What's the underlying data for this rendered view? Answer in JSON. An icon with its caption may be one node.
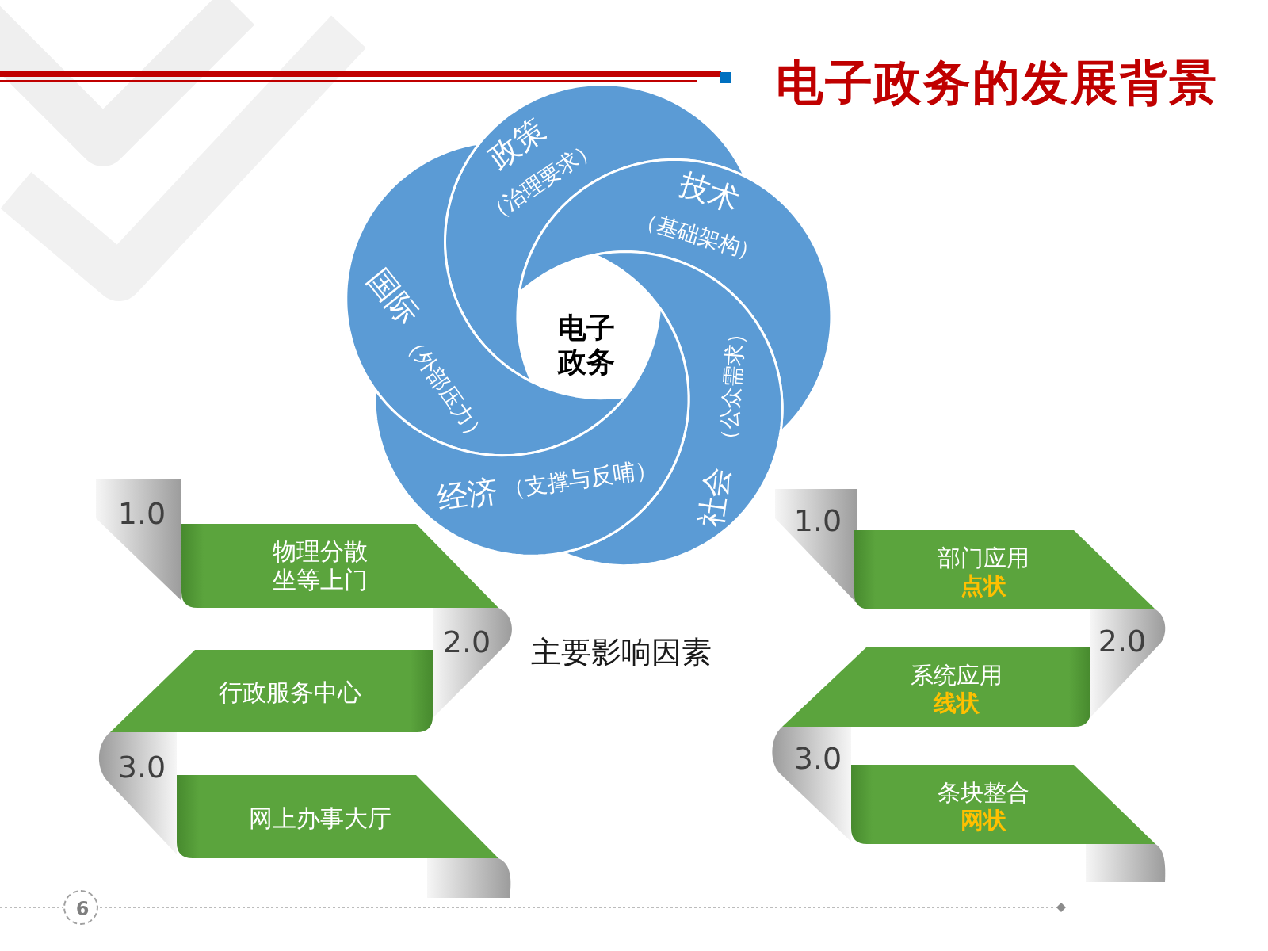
{
  "diagram": {
    "title": "电子政务的发展背景",
    "nodes": [
      {
        "text": [
          "政策",
          "（治理要求）"
        ]
      },
      {
        "text": [
          "技术",
          "（基础架构）"
        ]
      },
      {
        "text": [
          "国际",
          "（外部压力）"
        ]
      },
      {
        "text": [
          "电子政务"
        ]
      },
      {
        "text": [
          "社会",
          "（公众需求）"
        ]
      },
      {
        "text": [
          "经济",
          "（支撑与反哺）"
        ]
      },
      {
        "text": [
          "物理分散坐等上门"
        ],
        "beside": [
          "1.0"
        ]
      },
      {
        "text": [
          "行政服务中心"
        ],
        "beside": [
          "2.0"
        ]
      },
      {
        "text": [
          "网上办事大厅"
        ],
        "beside": [
          "3.0"
        ]
      },
      {
        "text": [
          "部门应用",
          "点状"
        ],
        "beside": [
          "1.0"
        ]
      },
      {
        "text": [
          "系统应用",
          "线状"
        ],
        "beside": [
          "2.0"
        ]
      },
      {
        "text": [
          "条块整合",
          "网状"
        ],
        "beside": [
          "3.0"
        ]
      },
      {
        "text": [
          "6"
        ]
      }
    ],
    "labels": [
      "主要影响因素"
    ]
  }
}
